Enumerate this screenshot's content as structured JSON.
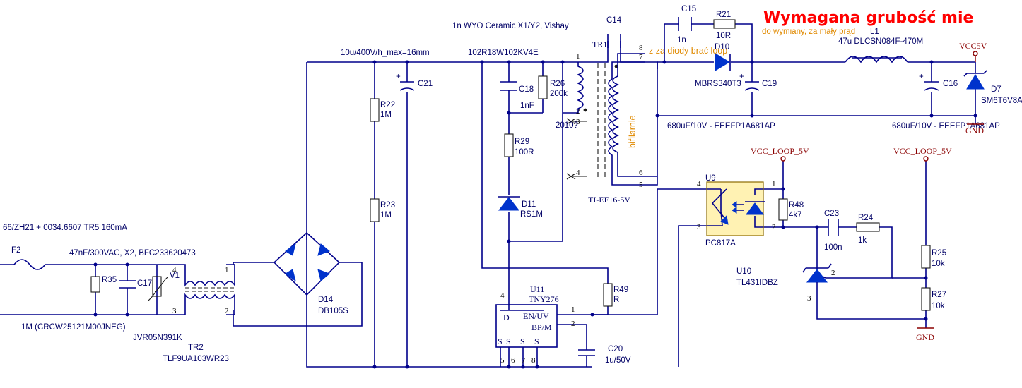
{
  "notes": {
    "headline": "Wymagana grubość mie",
    "replace_note": "do wymiany, za mały prąd",
    "diode_note": "z za diody brać loop",
    "bifilar": "bifilarnie",
    "year": "2010?"
  },
  "labels": {
    "c14_value": "1n WYO Ceramic X1/Y2, Vishay",
    "c21_value": "10u/400V/h_max=16mm",
    "c18_value": "102R18W102KV4E",
    "input_fuse": "66/ZH21 + 0034.6607 TR5 160mA",
    "c17_value": "47nF/300VAC, X2, BFC233620473",
    "r35_value": "1M (CRCW25121M00JNEG)",
    "c19_value": "680uF/10V - EEEFP1A681AP",
    "c16_value": "680uF/10V - EEEFP1A681AP",
    "l1_value": "47u DLCSN084F-470M"
  },
  "components": {
    "c14": "C14",
    "c15": "C15",
    "c15_val": "1n",
    "r21": "R21",
    "r21_val": "10R",
    "l1": "L1",
    "tr1": "TR1",
    "tr1_model": "TI-EF16-5V",
    "d10": "D10",
    "d10_model": "MBRS340T3",
    "c19": "C19",
    "c16": "C16",
    "d7": "D7",
    "d7_model": "SM6T6V8A",
    "c21": "C21",
    "c18": "C18",
    "c18_val": "1nF",
    "r26": "R26",
    "r26_val": "200k",
    "r22": "R22",
    "r22_val": "1M",
    "r23": "R23",
    "r23_val": "1M",
    "r29": "R29",
    "r29_val": "100R",
    "d11": "D11",
    "d11_model": "RS1M",
    "f2": "F2",
    "r35": "R35",
    "c17": "C17",
    "v1": "V1",
    "v1_model": "JVR05N391K",
    "tr2": "TR2",
    "tr2_model": "TLF9UA103WR23",
    "d14": "D14",
    "d14_model": "DB105S",
    "u11": "U11",
    "u11_model": "TNY276",
    "u11_en": "EN/UV",
    "u11_bp": "BP/M",
    "u11_d": "D",
    "u11_s": "S",
    "r49": "R49",
    "r49_val": "R",
    "c20": "C20",
    "c20_val": "1u/50V",
    "u9": "U9",
    "u9_model": "PC817A",
    "r48": "R48",
    "r48_val": "4k7",
    "c23": "C23",
    "c23_val": "100n",
    "r24": "R24",
    "r24_val": "1k",
    "u10": "U10",
    "u10_model": "TL431IDBZ",
    "r25": "R25",
    "r25_val": "10k",
    "r27": "R27",
    "r27_val": "10k"
  },
  "power": {
    "vcc5v": "VCC5V",
    "vcc_loop_a": "VCC_LOOP_5V",
    "vcc_loop_b": "VCC_LOOP_5V",
    "gnd_a": "GND",
    "gnd_b": "GND"
  },
  "pins": {
    "tr1": [
      "1",
      "2",
      "3",
      "4",
      "8",
      "7",
      "6",
      "5"
    ],
    "tr2": [
      "1",
      "2",
      "4",
      "3"
    ],
    "u11": [
      "4",
      "1",
      "2",
      "5",
      "6",
      "7",
      "8"
    ],
    "u9": [
      "4",
      "3",
      "1",
      "2"
    ],
    "u10": [
      "2",
      "3"
    ]
  },
  "colors": {
    "wire": "#00008b",
    "symbol": "#1a1a1a",
    "diode_fill": "#0033cc",
    "power_port": "#8b0000",
    "note_orange": "#e08a00",
    "headline_red": "#ff0000"
  }
}
